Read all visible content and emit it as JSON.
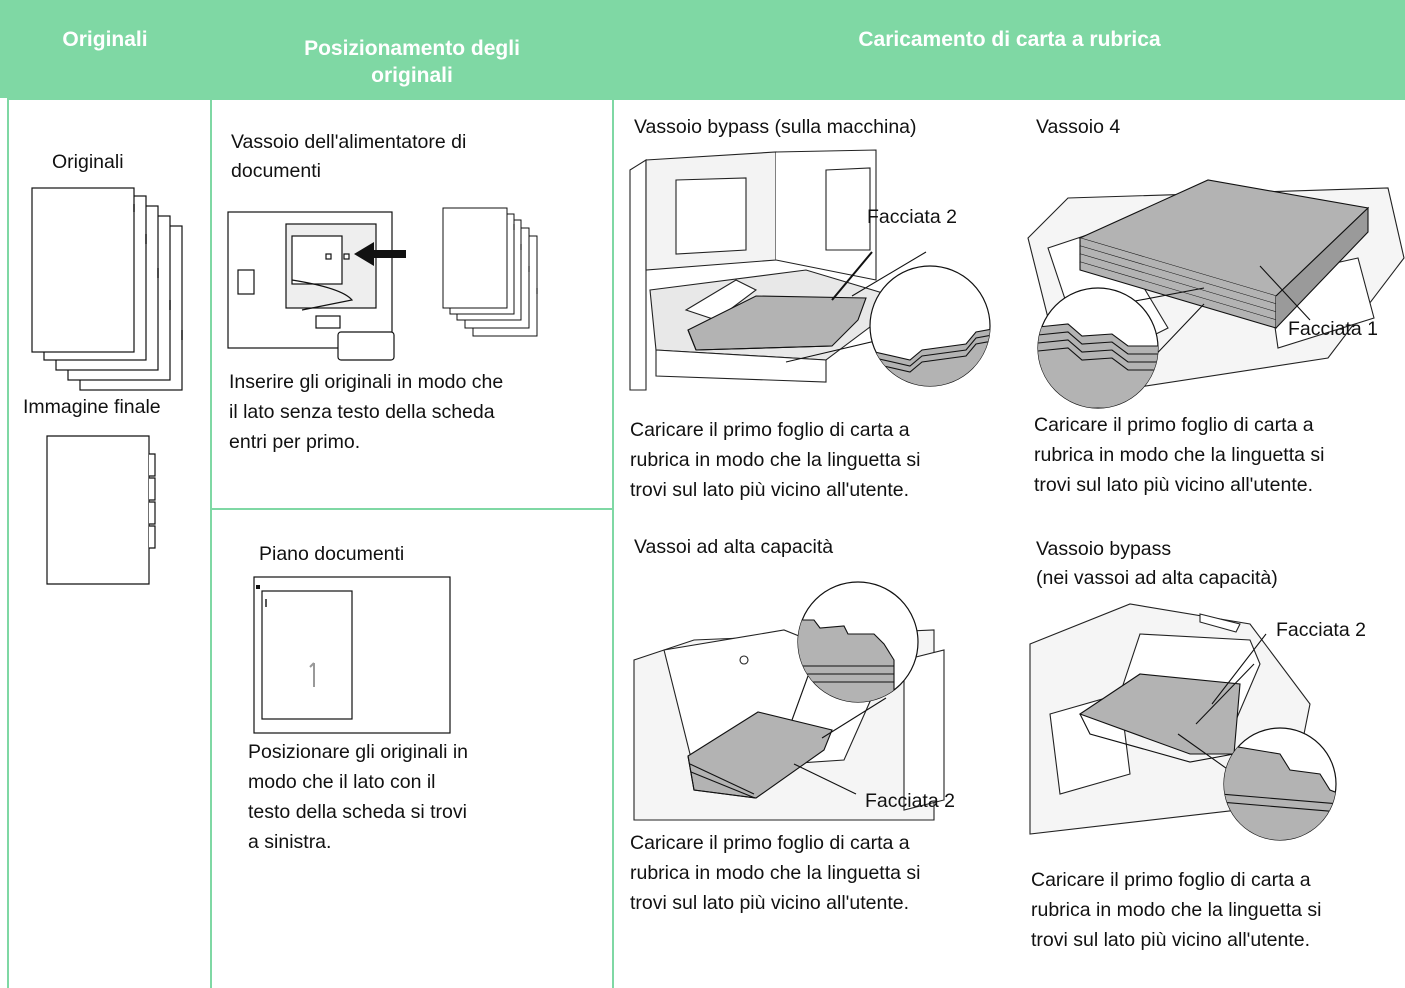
{
  "header": {
    "col1": "Originali",
    "col2_line1": "Posizionamento degli",
    "col2_line2": "originali",
    "col3": "Caricamento di carta a rubrica"
  },
  "originals": {
    "label": "Originali",
    "final_label": "Immagine finale"
  },
  "placement": {
    "feeder_title_1": "Vassoio dell'alimentatore di",
    "feeder_title_2": "documenti",
    "feeder_desc_1": "Inserire gli originali in modo che",
    "feeder_desc_2": "il lato senza testo della scheda",
    "feeder_desc_3": "entri per primo.",
    "glass_title": "Piano documenti",
    "glass_desc_1": "Posizionare gli originali in",
    "glass_desc_2": "modo che il lato con il",
    "glass_desc_3": "testo della scheda si trovi",
    "glass_desc_4": "a sinistra."
  },
  "loading": {
    "bypass": {
      "title": "Vassoio bypass (sulla macchina)",
      "callout": "Facciata 2",
      "desc_1": "Caricare il primo foglio di carta a",
      "desc_2": "rubrica in modo che la linguetta si",
      "desc_3": "trovi sul lato più vicino all'utente."
    },
    "tray4": {
      "title": "Vassoio 4",
      "callout": "Facciata 1",
      "desc_1": "Caricare il primo foglio di carta a",
      "desc_2": "rubrica in modo che la linguetta si",
      "desc_3": "trovi sul lato più vicino all'utente."
    },
    "hcf": {
      "title": "Vassoi ad alta capacità",
      "callout": "Facciata 2",
      "desc_1": "Caricare il primo foglio di carta a",
      "desc_2": "rubrica in modo che la linguetta si",
      "desc_3": "trovi sul lato più vicino all'utente."
    },
    "hcf_bypass": {
      "title_1": "Vassoio bypass",
      "title_2": "(nei vassoi ad alta capacità)",
      "callout": "Facciata 2",
      "desc_1": "Caricare il primo foglio di carta a",
      "desc_2": "rubrica in modo che la linguetta si",
      "desc_3": "trovi sul lato più vicino all'utente."
    }
  },
  "colors": {
    "header_bg": "#7fd8a4",
    "paper_gray": "#b3b3b3"
  }
}
